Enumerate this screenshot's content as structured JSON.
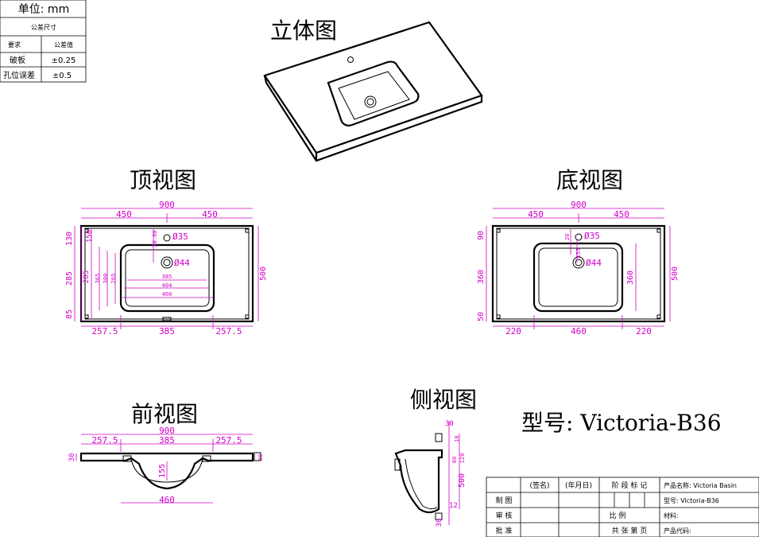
{
  "tolerance": {
    "unit_label": "单位: mm",
    "subtitle": "公差尺寸",
    "header": [
      "要求",
      "公差值"
    ],
    "rows": [
      [
        "破板",
        "±0.25"
      ],
      [
        "孔位误差",
        "±0.5"
      ]
    ]
  },
  "views": {
    "iso": "立体图",
    "top": "顶视图",
    "bottom": "底视图",
    "front": "前视图",
    "side": "侧视图"
  },
  "model": "型号: Victoria-B36",
  "top_dims": {
    "w": "900",
    "l": "450",
    "r": "450",
    "d1": "130",
    "d2": "285",
    "d3": "85",
    "d4": "500",
    "inner1": "150",
    "inner2": "285",
    "inner3": "365",
    "inner4": "300",
    "inner5": "265",
    "hole1": "Ø35",
    "hole2": "Ø44",
    "small1": "20.60",
    "b1": "385",
    "b2": "404",
    "b3": "460",
    "bl": "257.5",
    "bc": "385",
    "br": "257.5"
  },
  "bottom_dims": {
    "w": "900",
    "l": "450",
    "r": "450",
    "d1": "90",
    "d2": "360",
    "d3": "50",
    "d4": "500",
    "d5": "360",
    "hole1": "Ø35",
    "hole2": "Ø44",
    "s1": "20",
    "s2": "155",
    "bl": "220",
    "bc": "460",
    "br": "220"
  },
  "front_dims": {
    "w": "900",
    "l": "257.5",
    "c": "385",
    "r": "257.5",
    "h": "30",
    "h2": "30",
    "depth": "155",
    "bw": "460"
  },
  "side_dims": {
    "a": "30",
    "b": "10",
    "c": "80",
    "d": "120",
    "e": "500",
    "f": "12",
    "g": "30"
  },
  "title_block": {
    "r1": [
      "",
      "(签名)",
      "(年月日)",
      "阶 段 标 记",
      "产品名称: Victoria Basin"
    ],
    "r2": [
      "制 图",
      "",
      "",
      "",
      "型号: Victoria-B36"
    ],
    "r3": [
      "审 核",
      "",
      "",
      "比 例",
      "材料:"
    ],
    "r4": [
      "批 准",
      "",
      "",
      "共 张 第 页",
      "产品代码:"
    ]
  }
}
